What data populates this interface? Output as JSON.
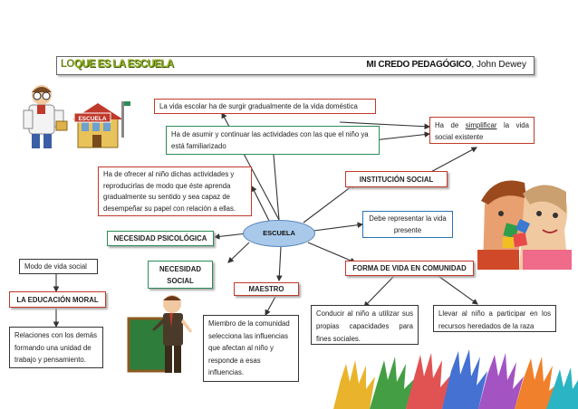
{
  "header": {
    "lo": "LO",
    "title_main": "QUE ES LA ESCUELA",
    "right_bold": "MI CREDO PEDAGÓGICO",
    "right_rest": ", John Dewey"
  },
  "center": "ESCUELA",
  "nodes": {
    "vida_escolar": "La vida escolar ha de surgir gradualmente de la vida doméstica",
    "asumir": "Ha de asumir y continuar las actividades con las que el niño ya está familiarizado",
    "simplificar_a": "Ha de ",
    "simplificar_u": "simplificar",
    "simplificar_b": " la vida social existente",
    "ofrecer": "Ha de ofrecer al niño dichas actividades y reproducirlas de modo que éste aprenda gradualmente su sentido y sea capaz de desempeñar su papel con relación a ellas.",
    "institucion": "INSTITUCIÓN SOCIAL",
    "representar": "Debe representar la vida presente",
    "psicologica": "NECESIDAD PSICOLÓGICA",
    "modo": "Modo de vida social",
    "necesidad_social": "NECESIDAD SOCIAL",
    "forma_vida": "FORMA DE VIDA EN COMUNIDAD",
    "maestro": "MAESTRO",
    "educacion_moral": "LA EDUCACIÓN MORAL",
    "conducir": "Conducir al niño a utilizar sus propias capacidades para fines sociales.",
    "llevar": "Llevar al niño a participar en los recursos heredados de la raza",
    "relaciones": "Relaciones con los demás formando una unidad de trabajo y pensamiento.",
    "miembro": "Miembro de la comunidad selecciona las influencias que afectan al niño y responde a esas influencias."
  },
  "images": {
    "top_left": "teacher-with-school-illustration",
    "right": "children-puzzle-photo",
    "bottom_left": "teacher-at-blackboard-illustration",
    "bottom_right": "painted-hands"
  }
}
